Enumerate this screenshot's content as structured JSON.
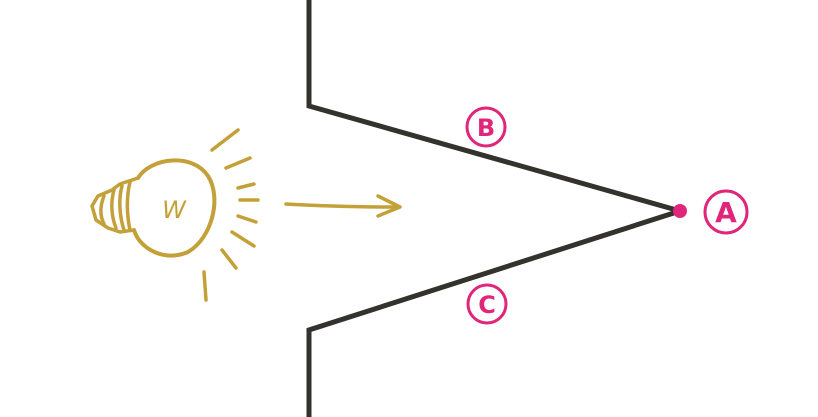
{
  "colors": {
    "wall": "#33322c",
    "label": "#e0267a",
    "sketch": "#c4a038",
    "background": "#ffffff"
  },
  "bulb": {
    "icon": "light-bulb-icon",
    "letter": "W"
  },
  "arrow": {
    "icon": "arrow-right-icon"
  },
  "points": {
    "a": {
      "label": "A"
    },
    "b": {
      "label": "B"
    },
    "c": {
      "label": "C"
    }
  }
}
